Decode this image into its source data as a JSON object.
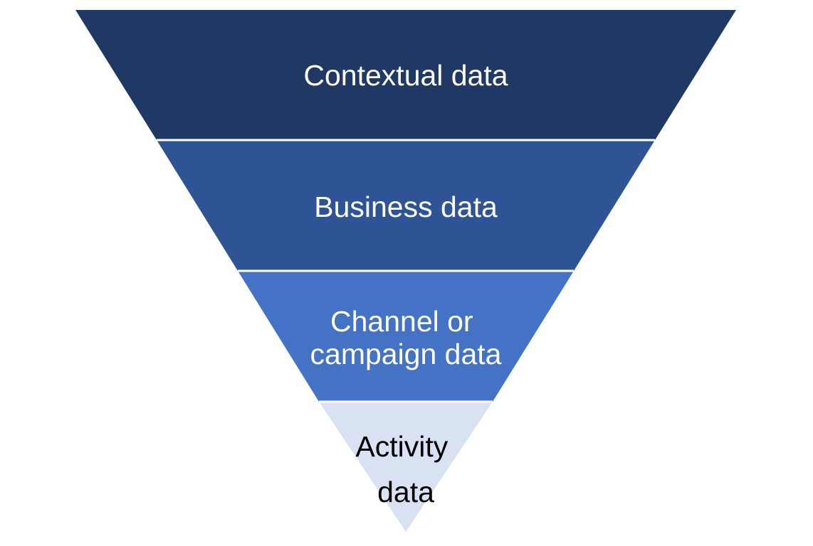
{
  "funnel": {
    "levels": [
      {
        "label_lines": [
          "Contextual data"
        ],
        "fill": "#1f3864",
        "text_color": "#ffffff"
      },
      {
        "label_lines": [
          "Business data"
        ],
        "fill": "#2f5496",
        "text_color": "#ffffff"
      },
      {
        "label_lines": [
          "Channel or",
          "campaign data"
        ],
        "fill": "#4472c4",
        "text_color": "#ffffff"
      },
      {
        "label_lines": [
          "Activity",
          "data"
        ],
        "fill": "#d9e2f3",
        "text_color": "#000000"
      }
    ],
    "divider_color": "#ffffff"
  }
}
